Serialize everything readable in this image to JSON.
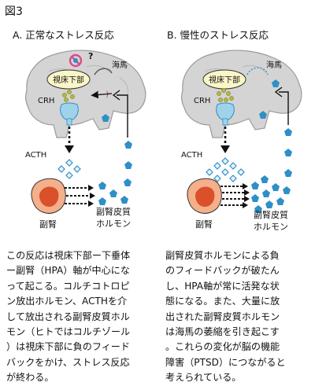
{
  "figure_label": "図3",
  "panel_a": {
    "title": "A. 正常なストレス反応",
    "hypothalamus": "視床下部",
    "hippocampus": "海馬",
    "crh": "CRH",
    "acth": "ACTH",
    "adrenal": "副腎",
    "cortical_hormone": "副腎皮質\nホルモン",
    "inhibition_mark": "(−)",
    "question_mark": "?",
    "body_text": "この反応は視床下部ー下垂体\nー副腎（HPA）軸が中心にな\nって起こる。コルチコトロピ\nン放出ホルモン、ACTHを介\nして放出される副腎皮質ホル\nモン（ヒトではコルチゾール\n）は視床下部に負のフィード\nバックをかけ、ストレス反応\nが終わる。"
  },
  "panel_b": {
    "title": "B. 慢性のストレス反応",
    "hypothalamus": "視床下部",
    "hippocampus": "海馬",
    "crh": "CRH",
    "acth": "ACTH",
    "adrenal": "副腎",
    "cortical_hormone": "副腎皮質\nホルモン",
    "body_text": "副腎皮質ホルモンによる負\nのフィードバックが破たん\nし、HPA軸が常に活発な状\n態になる。また、大量に放\n出された副腎皮質ホルモン\nは海馬の萎縮を引き起こす\n。これらの変化が脳の機能\n障害（PTSD）につながると\n考えられている。"
  },
  "colors": {
    "brain": "#d4d4d4",
    "brain_outline": "#9a9a9a",
    "hypothalamus_fill": "#fbf6c8",
    "crh_dot": "#b5b83a",
    "pituitary_fill": "#9fd3ea",
    "hormone_blue": "#2f8fc7",
    "acth_fill": "#eaf4fb",
    "adrenal_outer": "#f3b08a",
    "adrenal_inner": "#d9502a",
    "inhibition_red": "#d23333",
    "block_pink": "#d94b8a"
  }
}
